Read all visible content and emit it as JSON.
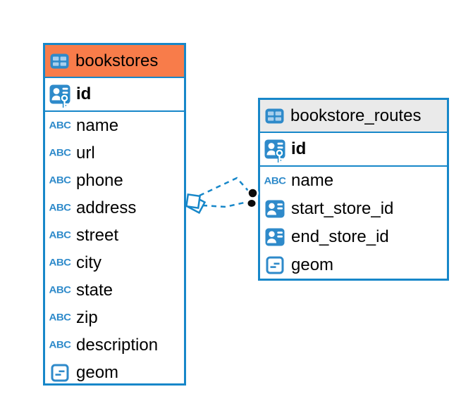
{
  "tables": [
    {
      "name": "bookstores",
      "header_bg": "#f87c4a",
      "pk": {
        "name": "id"
      },
      "columns": [
        {
          "name": "name",
          "type": "text"
        },
        {
          "name": "url",
          "type": "text"
        },
        {
          "name": "phone",
          "type": "text"
        },
        {
          "name": "address",
          "type": "text"
        },
        {
          "name": "street",
          "type": "text"
        },
        {
          "name": "city",
          "type": "text"
        },
        {
          "name": "state",
          "type": "text"
        },
        {
          "name": "zip",
          "type": "text"
        },
        {
          "name": "description",
          "type": "text"
        },
        {
          "name": "geom",
          "type": "geometry"
        }
      ]
    },
    {
      "name": "bookstore_routes",
      "header_bg": "#eaeaea",
      "pk": {
        "name": "id"
      },
      "columns": [
        {
          "name": "name",
          "type": "text"
        },
        {
          "name": "start_store_id",
          "type": "foreign-key"
        },
        {
          "name": "end_store_id",
          "type": "foreign-key"
        },
        {
          "name": "geom",
          "type": "geometry"
        }
      ]
    }
  ],
  "icons": {
    "text_type_label": "ABC"
  },
  "relationship": {
    "from_table": "bookstores",
    "to_table": "bookstore_routes",
    "line_style": "dashed",
    "line_count": 2
  },
  "colors": {
    "accent_blue": "#1787c9",
    "icon_blue": "#2e8aca",
    "icon_cell_blue": "#a9cfec",
    "bookstores_header": "#f87c4a",
    "routes_header": "#eaeaea",
    "connector_dot": "#0b0b0b",
    "text": "#000000",
    "background": "#ffffff"
  }
}
